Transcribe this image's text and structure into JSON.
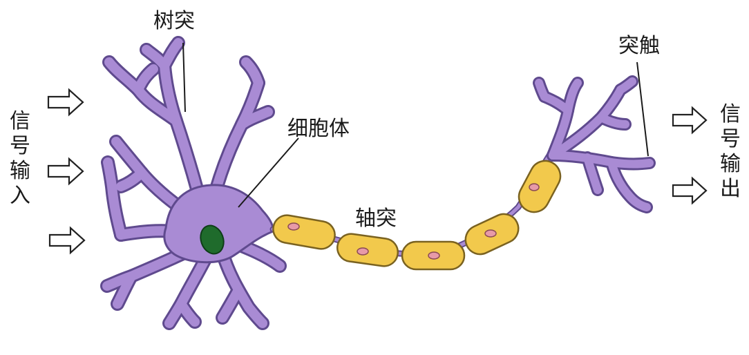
{
  "labels": {
    "dendrite": "树突",
    "cell_body": "细胞体",
    "axon": "轴突",
    "synapse": "突触",
    "signal_input": "信号输入",
    "signal_output": "信号输出"
  },
  "colors": {
    "neuron": "#a98bd4",
    "neuron_outline": "#5f4a8e",
    "nucleus": "#1f6b2c",
    "myelin": "#f2c94c",
    "myelin_outline": "#7a6220",
    "myelin_nucleus": "#e79aa8",
    "arrow_outline": "#222222"
  },
  "icons": {
    "input_arrow": "hollow-right-arrow",
    "output_arrow": "hollow-right-arrow"
  }
}
